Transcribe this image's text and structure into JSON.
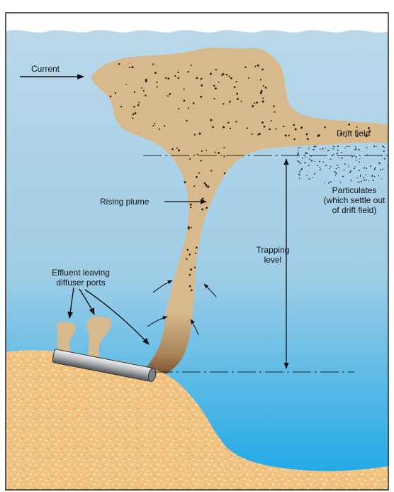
{
  "labels": {
    "current": "Current",
    "drift_field": "Drift field",
    "particulates_line1": "Particulates",
    "particulates_line2": "(which settle out",
    "particulates_line3": "of drift field)",
    "rising_plume": "Rising plume",
    "trapping_line1": "Trapping",
    "trapping_line2": "level",
    "effluent_line1": "Effluent leaving",
    "effluent_line2": "diffuser ports"
  },
  "colors": {
    "water_top": "#bcd9ea",
    "water_bottom": "#17a7e6",
    "plume": "#d7b98c",
    "plume_dark": "#7a5634",
    "sediment": "#f2c380",
    "pipe": "#b9bcc0",
    "frame": "#222222"
  }
}
